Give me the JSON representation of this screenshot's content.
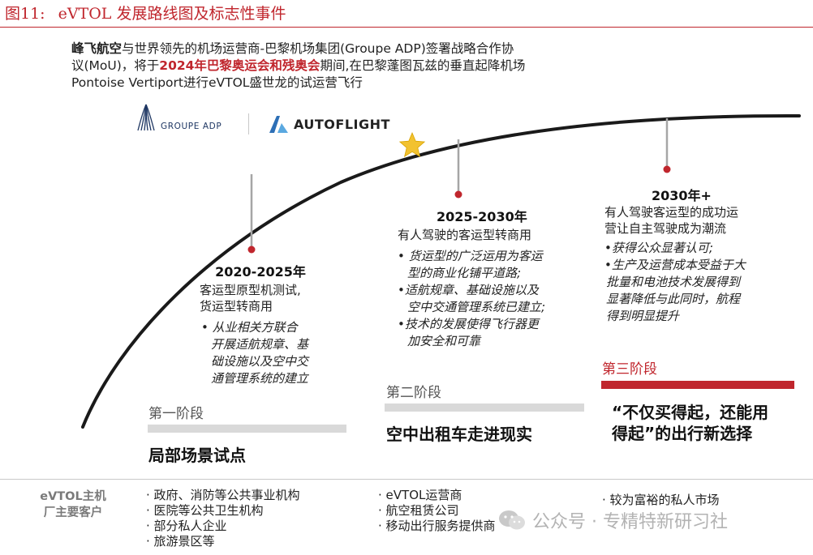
{
  "figure": {
    "number": "图11:",
    "title": "eVTOL 发展路线图及标志性事件"
  },
  "intro": {
    "bold_lead": "峰飞航空",
    "part1": "与世界领先的机场运营商-巴黎机场集团(Groupe  ADP)签署战略合作协议(MoU)，将于",
    "highlight": "2024年巴黎奥运会和残奥会",
    "part2": "期间,在巴黎蓬图瓦兹的垂直起降机场 Pontoise Vertiport进行eVTOL盛世龙的试运营飞行"
  },
  "logos": {
    "adp": "GROUPE ADP",
    "autoflight": "AUTOFLIGHT"
  },
  "phases": [
    {
      "title": "2020-2025年",
      "desc": [
        "客运型原型机测试,",
        "货运型转商用"
      ],
      "bullets": [
        "• 从业相关方联合",
        "开展适航规章、基",
        "础设施以及空中交",
        "通管理系统的建立"
      ]
    },
    {
      "title": "2025-2030年",
      "desc": [
        "有人驾驶的客运型转商用"
      ],
      "bullets": [
        "• 货运型的广泛运用为客运",
        "型的商业化铺平道路;",
        "•适航规章、基础设施以及",
        "空中交通管理系统已建立;",
        "•技术的发展使得飞行器更",
        "加安全和可靠"
      ]
    },
    {
      "title": "2030年+",
      "desc": [
        "有人驾驶客运型的成功运",
        "营让自主驾驶成为潮流"
      ],
      "bullets": [
        "•获得公众显著认可;",
        "•生产及运营成本受益于大",
        "批量和电池技术发展得到",
        "显著降低与此同时，航程",
        "得到明显提升"
      ]
    }
  ],
  "stages": [
    {
      "label": "第一阶段",
      "headline": [
        "局部场景试点"
      ]
    },
    {
      "label": "第二阶段",
      "headline": [
        "空中出租车走进现实"
      ]
    },
    {
      "label": "第三阶段",
      "headline": [
        "“不仅买得起，还能用",
        "得起”的出行新选择"
      ]
    }
  ],
  "customers": {
    "label": [
      "eVTOL主机",
      "厂主要客户"
    ],
    "groups": [
      [
        "· 政府、消防等公共事业机构",
        "· 医院等公共卫生机构",
        "· 部分私人企业",
        "· 旅游景区等"
      ],
      [
        "· eVTOL运营商",
        "· 航空租赁公司",
        "· 移动出行服务提供商"
      ],
      [
        "· 较为富裕的私人市场"
      ]
    ]
  },
  "watermark": "公众号 · 专精特新研习社",
  "colors": {
    "accent_red": "#c0262d",
    "bar_gray": "#d9d9d9",
    "star_gold": "#f2c230",
    "curve": "#1a1a1a"
  }
}
